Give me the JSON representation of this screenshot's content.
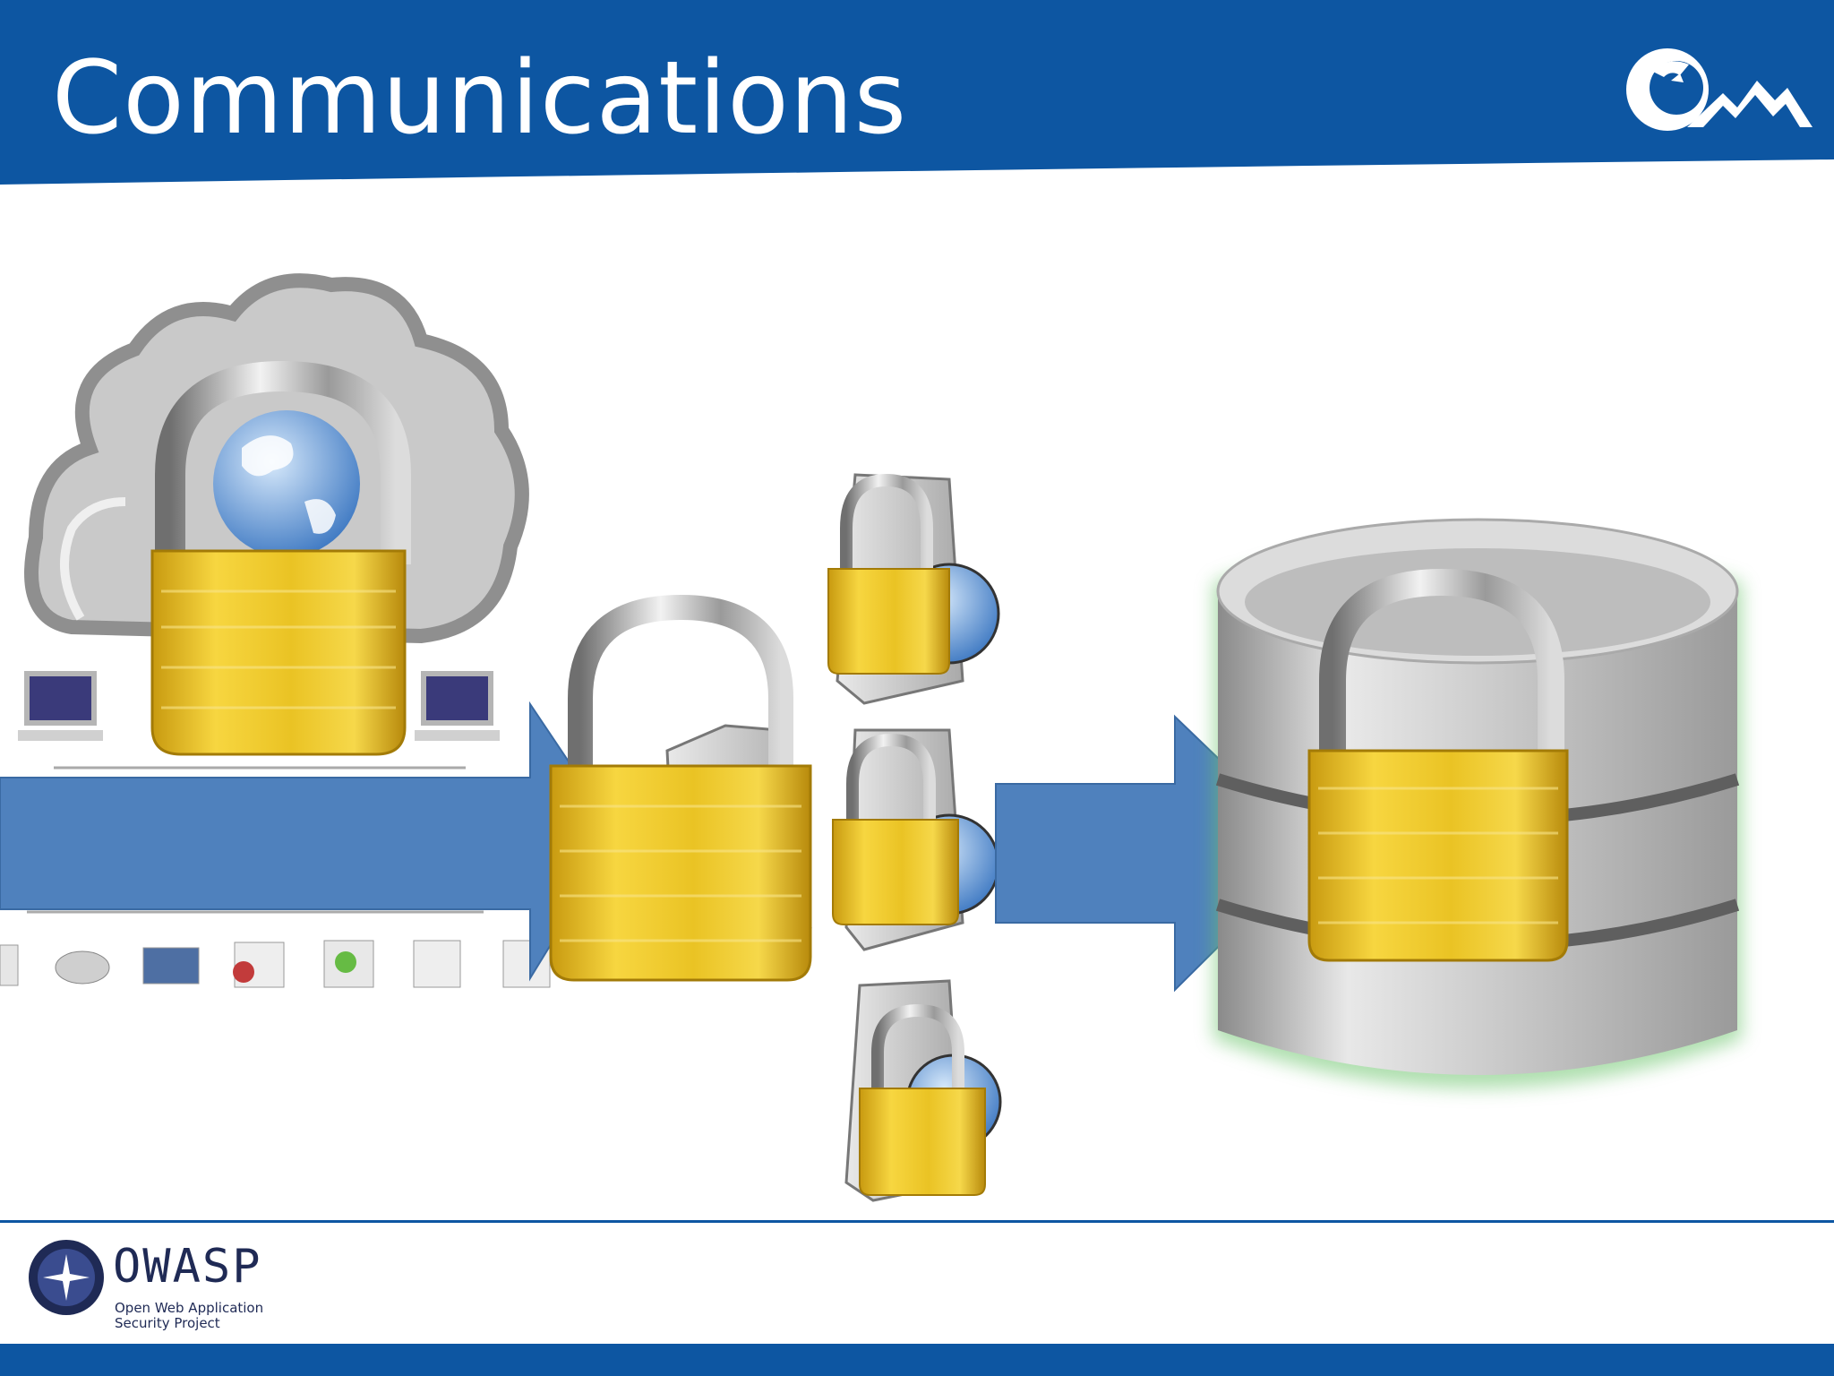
{
  "slide": {
    "title": "Communications"
  },
  "footer": {
    "logo_name": "OWASP",
    "logo_tagline_line1": "Open Web Application",
    "logo_tagline_line2": "Security Project"
  },
  "colors": {
    "header_blue": "#0d56a2",
    "arrow_blue": "#4f81bd",
    "lock_gold": "#e8c21a",
    "cloud_gray": "#9a9a9a",
    "db_glow": "#6cc46c"
  },
  "icons": [
    "cloud-icon",
    "globe-icon",
    "padlock-icon",
    "computer-icon",
    "server-icon",
    "database-icon",
    "arrow-icon",
    "mountain-logo-icon",
    "owasp-logo-icon"
  ]
}
